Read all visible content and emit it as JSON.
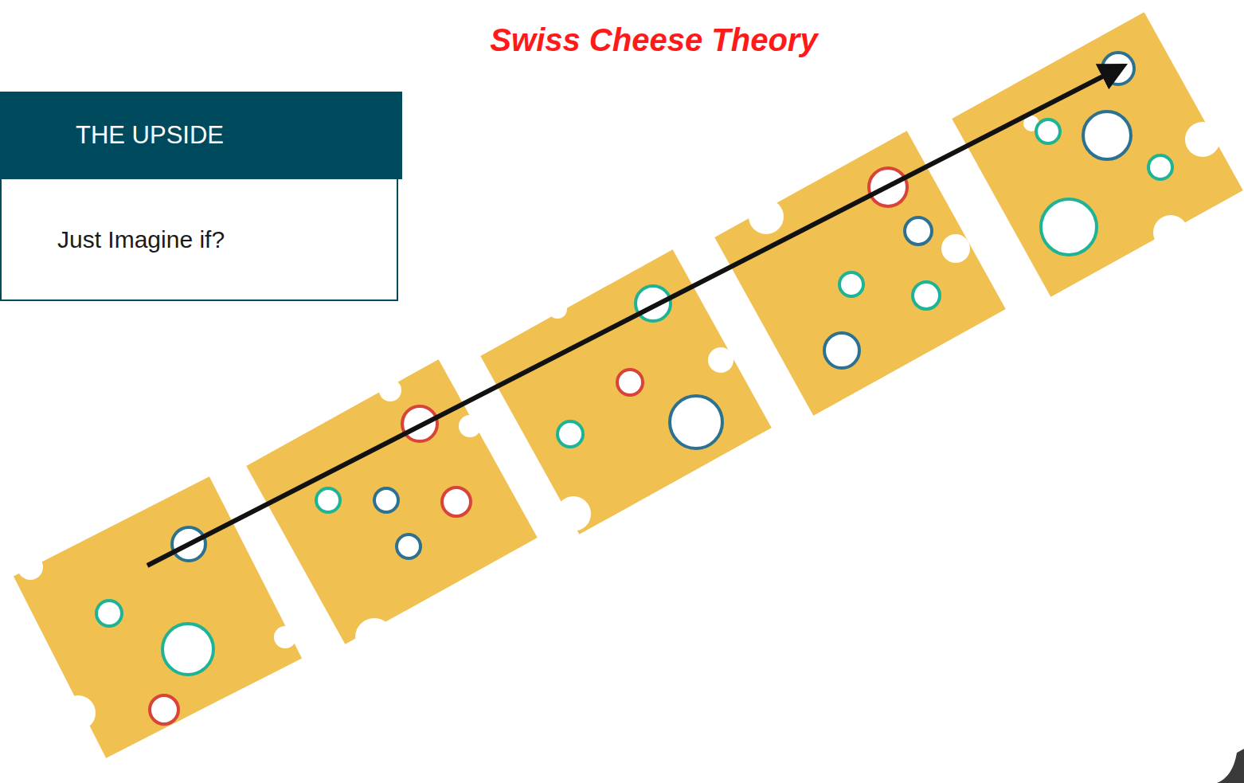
{
  "diagram": {
    "title": "Swiss Cheese Theory",
    "nodes": [
      {
        "text": [
          "THE UPSIDE",
          "Just Imagine if?"
        ]
      }
    ]
  }
}
